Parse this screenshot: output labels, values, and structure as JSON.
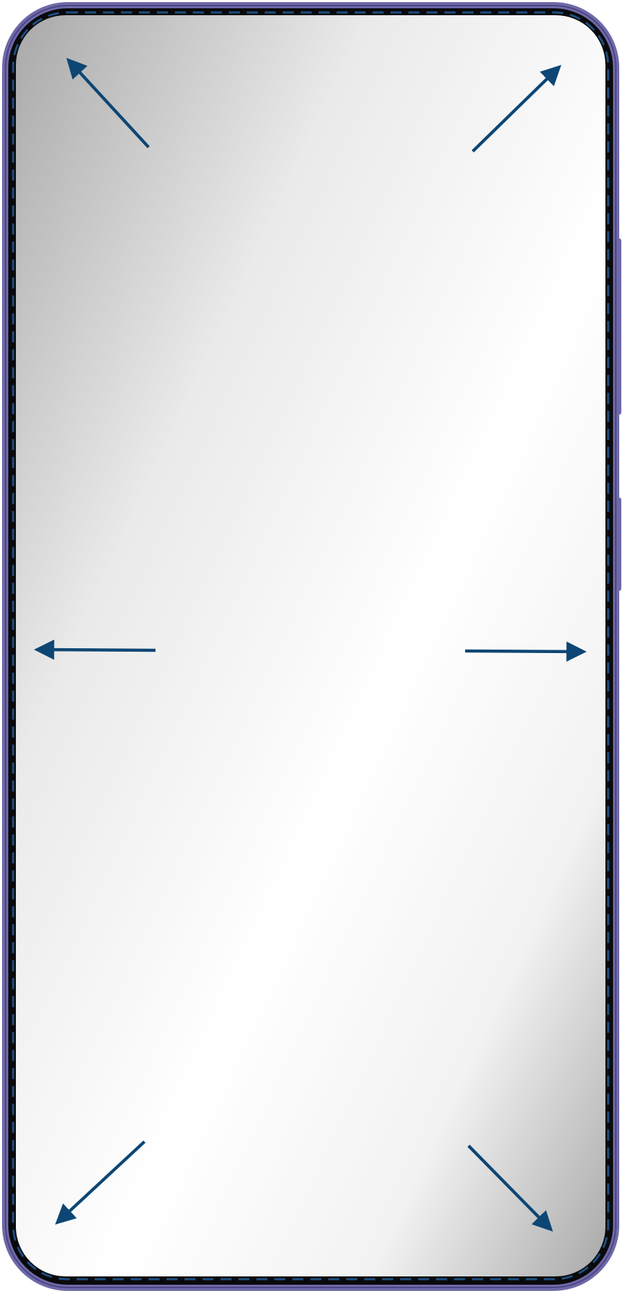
{
  "device": {
    "frame_color": "#6f69a8",
    "frame_shadow_color": "#4a4684",
    "bezel_color": "#0a0a0c",
    "screen_gradient_dark": "#a9a9a9",
    "screen_gradient_light": "#ffffff",
    "outline_color": "#1d4f80"
  },
  "arrows": {
    "color": "#0d4674",
    "items": [
      {
        "direction": "up-left",
        "icon": "arrow-up-left-icon"
      },
      {
        "direction": "up-right",
        "icon": "arrow-up-right-icon"
      },
      {
        "direction": "left",
        "icon": "arrow-left-icon"
      },
      {
        "direction": "right",
        "icon": "arrow-right-icon"
      },
      {
        "direction": "down-left",
        "icon": "arrow-down-left-icon"
      },
      {
        "direction": "down-right",
        "icon": "arrow-down-right-icon"
      }
    ]
  }
}
